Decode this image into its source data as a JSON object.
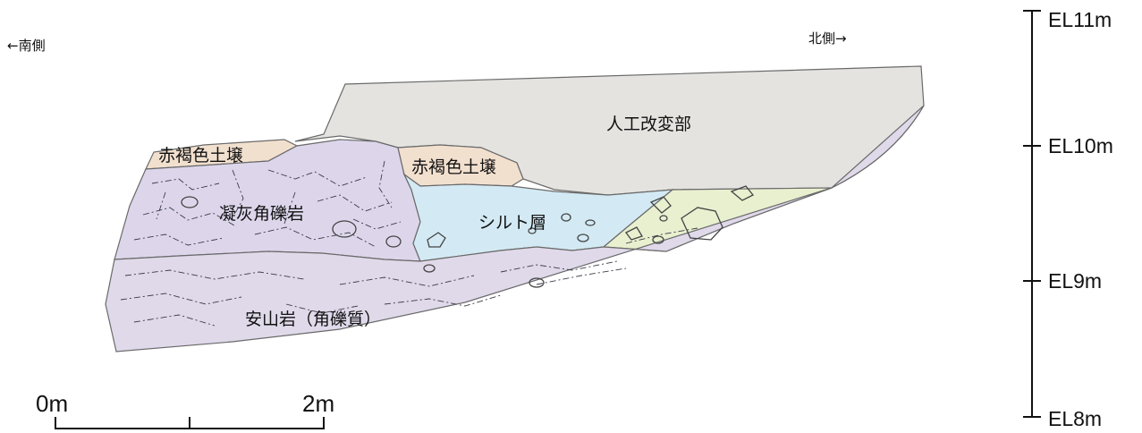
{
  "directions": {
    "south": "←南側",
    "north": "北側→"
  },
  "layers": {
    "artificial": {
      "label": "人工改変部",
      "color": "#e4e3e0"
    },
    "red_soil_left": {
      "label": "赤褐色土壌",
      "color": "#f2e0cf"
    },
    "red_soil_right": {
      "label": "赤褐色土壌",
      "color": "#f2e0cf"
    },
    "tuff_breccia": {
      "label": "凝灰角礫岩",
      "color": "#ddd6eb"
    },
    "silt": {
      "label": "シルト層",
      "color": "#d3eaf4"
    },
    "gravel": {
      "color": "#e8f0cf"
    },
    "andesite": {
      "label": "安山岩（角礫質）",
      "color": "#e0d9ea"
    }
  },
  "elevation_scale": {
    "ticks": [
      "EL11m",
      "EL10m",
      "EL9m",
      "EL8m"
    ]
  },
  "distance_scale": {
    "start": "0m",
    "end": "2m"
  }
}
